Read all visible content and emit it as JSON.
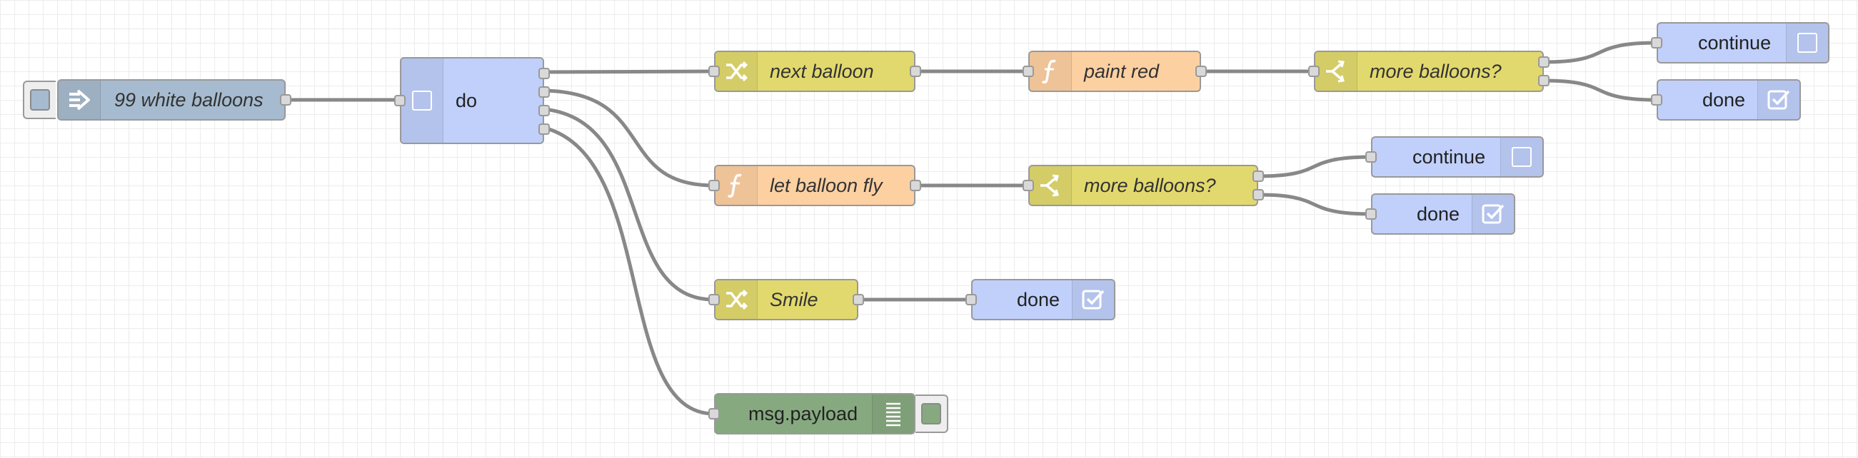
{
  "colors": {
    "inject": "#a6bbcf",
    "link": "#c0d0fb",
    "function": "#fdd0a2",
    "change": "#e2d96e",
    "switch": "#e2d96e",
    "debug": "#87a980",
    "wire": "#888888"
  },
  "nodes": {
    "inject": {
      "label": "99 white balloons",
      "icon": "inject-arrow-icon"
    },
    "do": {
      "label": "do",
      "icon": "link-square-icon"
    },
    "next_balloon": {
      "label": "next balloon",
      "icon": "shuffle-icon"
    },
    "paint_red": {
      "label": "paint red",
      "icon": "function-icon"
    },
    "more_balloons_top": {
      "label": "more balloons?",
      "icon": "switch-icon"
    },
    "continue_top": {
      "label": "continue",
      "icon": "empty-checkbox-icon"
    },
    "done_top": {
      "label": "done",
      "icon": "checked-box-icon"
    },
    "let_balloon_fly": {
      "label": "let balloon fly",
      "icon": "function-icon"
    },
    "more_balloons_mid": {
      "label": "more balloons?",
      "icon": "switch-icon"
    },
    "continue_mid": {
      "label": "continue",
      "icon": "empty-checkbox-icon"
    },
    "done_mid": {
      "label": "done",
      "icon": "checked-box-icon"
    },
    "smile": {
      "label": "Smile",
      "icon": "shuffle-icon"
    },
    "done_smile": {
      "label": "done",
      "icon": "checked-box-icon"
    },
    "debug": {
      "label": "msg.payload",
      "icon": "list-icon"
    }
  },
  "wires": [
    [
      "inject",
      "do"
    ],
    [
      "do",
      "next_balloon"
    ],
    [
      "do",
      "let_balloon_fly"
    ],
    [
      "do",
      "smile"
    ],
    [
      "do",
      "debug"
    ],
    [
      "next_balloon",
      "paint_red"
    ],
    [
      "paint_red",
      "more_balloons_top"
    ],
    [
      "more_balloons_top",
      "continue_top"
    ],
    [
      "more_balloons_top",
      "done_top"
    ],
    [
      "let_balloon_fly",
      "more_balloons_mid"
    ],
    [
      "more_balloons_mid",
      "continue_mid"
    ],
    [
      "more_balloons_mid",
      "done_mid"
    ],
    [
      "smile",
      "done_smile"
    ]
  ]
}
